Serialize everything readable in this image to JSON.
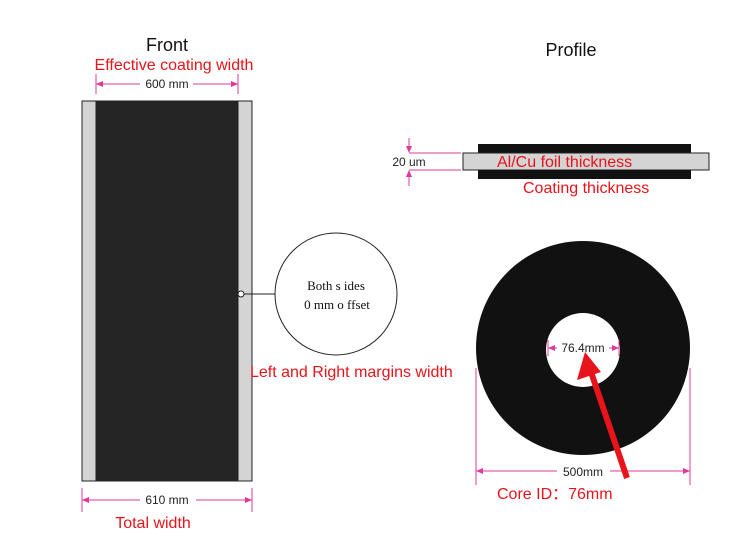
{
  "colors": {
    "annotation_red": "#e8141b",
    "dimension_magenta": "#e0399a",
    "coating_black": "#252525",
    "margin_gray": "#d4d4d4"
  },
  "front": {
    "title": "Front",
    "effective_width_label": "Effective coating width",
    "effective_width_value": "600 mm",
    "total_width_value": "610 mm",
    "total_width_label": "Total width"
  },
  "callout": {
    "line1": "Both s ides",
    "line2": "0 mm o ffset",
    "margins_label": "Left and Right margins width"
  },
  "profile": {
    "title": "Profile",
    "thickness_value": "20 um",
    "foil_label": "Al/Cu foil thickness",
    "coating_label": "Coating thickness"
  },
  "roll": {
    "inner_value": "76.4mm",
    "outer_value": "500mm",
    "core_label": "Core ID：76mm"
  }
}
